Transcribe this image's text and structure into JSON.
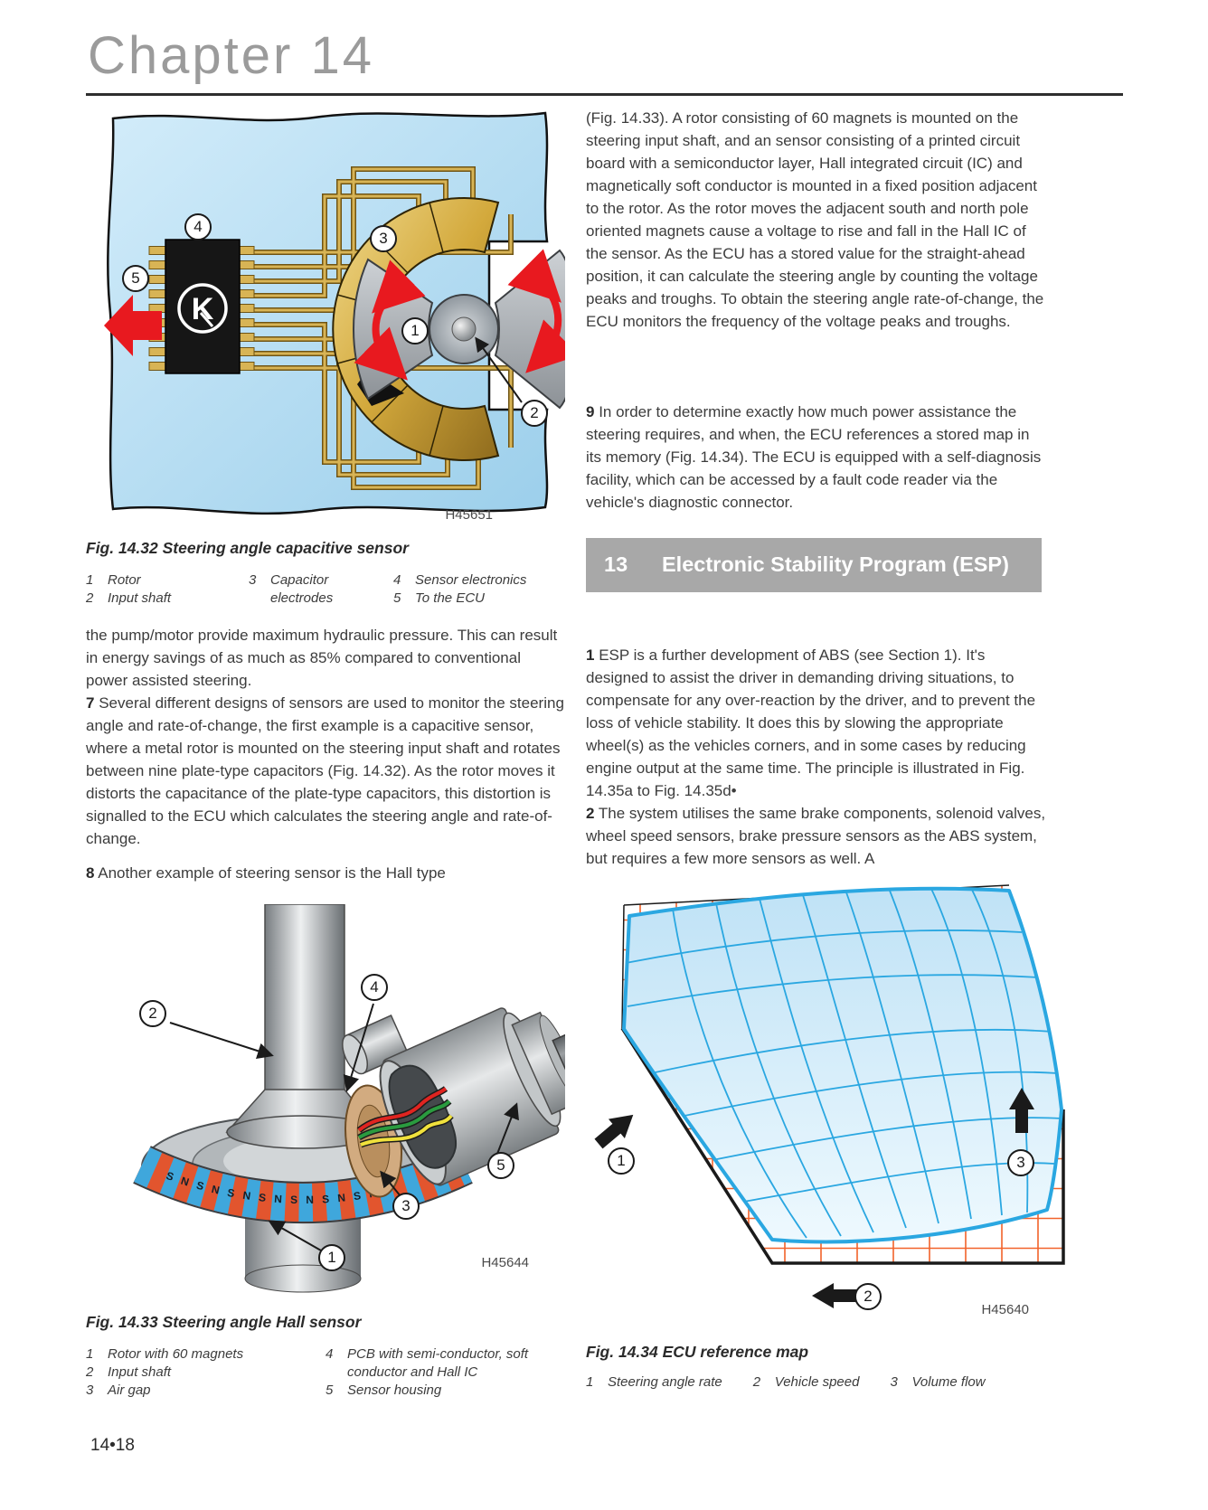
{
  "page": {
    "chapter": "Chapter 14",
    "page_number": "14•18"
  },
  "colors": {
    "figure_bg_blue": "#aed9ef",
    "gold": "#c9a43f",
    "red_arrow": "#e8191f",
    "magnet_red": "#e2552e",
    "magnet_blue": "#3fa7dc",
    "grid_orange": "#f2622a",
    "surface_blue_line": "#2aa7e1",
    "heading_bg": "#a8a8a8"
  },
  "left": {
    "fig32": {
      "code": "H45651",
      "caption": "Fig. 14.32  Steering angle capacitive sensor",
      "chip_logo": "K",
      "callouts": {
        "c1": "1",
        "c2": "2",
        "c3": "3",
        "c4": "4",
        "c5": "5"
      },
      "legend": {
        "i1": {
          "num": "1",
          "text": "Rotor"
        },
        "i2": {
          "num": "2",
          "text": "Input shaft"
        },
        "i3": {
          "num": "3",
          "text": "Capacitor electrodes"
        },
        "i4": {
          "num": "4",
          "text": "Sensor electronics"
        },
        "i5": {
          "num": "5",
          "text": "To the ECU"
        }
      }
    },
    "para_pump": "the pump/motor provide maximum hydraulic pressure. This can result in energy savings of as much as 85% compared to conventional power assisted steering.",
    "para7_num": "7",
    "para7": "Several different designs of sensors are used to monitor the steering angle and rate-of-change, the first example is a capacitive sensor, where a metal rotor is mounted on the steering input shaft and rotates between nine plate-type capacitors (Fig. 14.32). As the rotor moves it distorts the capacitance of the plate-type capacitors, this distortion is signalled to the ECU which calculates the steering angle and rate-of-change.",
    "para8_num": "8",
    "para8": "Another example of steering sensor is the Hall type",
    "fig33": {
      "code": "H45644",
      "caption": "Fig. 14.33  Steering angle Hall sensor",
      "magnet_letters": "S N S N S N S N S N S N S N",
      "callouts": {
        "c1": "1",
        "c2": "2",
        "c3": "3",
        "c4": "4",
        "c5": "5"
      },
      "legend": {
        "i1": {
          "num": "1",
          "text": "Rotor with 60 magnets"
        },
        "i2": {
          "num": "2",
          "text": "Input shaft"
        },
        "i3": {
          "num": "3",
          "text": "Air gap"
        },
        "i4": {
          "num": "4",
          "text": "PCB with semi-conductor, soft conductor and Hall IC"
        },
        "i5": {
          "num": "5",
          "text": "Sensor housing"
        }
      }
    }
  },
  "right": {
    "para_hall": "(Fig. 14.33). A rotor consisting of 60 magnets is mounted on the steering input shaft, and an sensor consisting of a printed circuit board with a semiconductor layer, Hall integrated circuit (IC) and magnetically soft conductor is mounted in a fixed position adjacent to the rotor. As the rotor moves the adjacent south and north pole oriented magnets cause a voltage to rise and fall in the Hall IC of the sensor. As the ECU has a stored value for the straight-ahead position, it can calculate the steering angle by counting the voltage peaks and troughs. To obtain the steering angle rate-of-change, the ECU monitors the frequency of the voltage peaks and troughs.",
    "para9_num": "9",
    "para9": "In order to determine exactly how much power assistance the steering requires, and when, the ECU references a stored map in its memory (Fig. 14.34). The ECU is equipped with a self-diagnosis facility, which can be accessed by a fault code reader via the vehicle's diagnostic connector.",
    "section13": {
      "number": "13",
      "title": "Electronic Stability Program (ESP)"
    },
    "para1_num": "1",
    "para1": "ESP is a further development of ABS (see Section 1). It's designed to assist the driver in demanding driving situations, to compensate for any over-reaction by the driver, and to prevent the loss of vehicle stability. It does this by slowing the appropriate wheel(s) as the vehicles corners, and in some cases by reducing engine output at the same time. The principle is illustrated in Fig. 14.35a to Fig. 14.35d•",
    "para2_num": "2",
    "para2": "The system utilises the same brake components, solenoid valves, wheel speed sensors, brake pressure sensors as the ABS system, but requires a few more sensors as well. A",
    "fig34": {
      "code": "H45640",
      "caption": "Fig. 14.34  ECU reference map",
      "callouts": {
        "c1": "1",
        "c2": "2",
        "c3": "3"
      },
      "legend": {
        "i1": {
          "num": "1",
          "text": "Steering angle rate"
        },
        "i2": {
          "num": "2",
          "text": "Vehicle speed"
        },
        "i3": {
          "num": "3",
          "text": "Volume flow"
        }
      }
    }
  }
}
